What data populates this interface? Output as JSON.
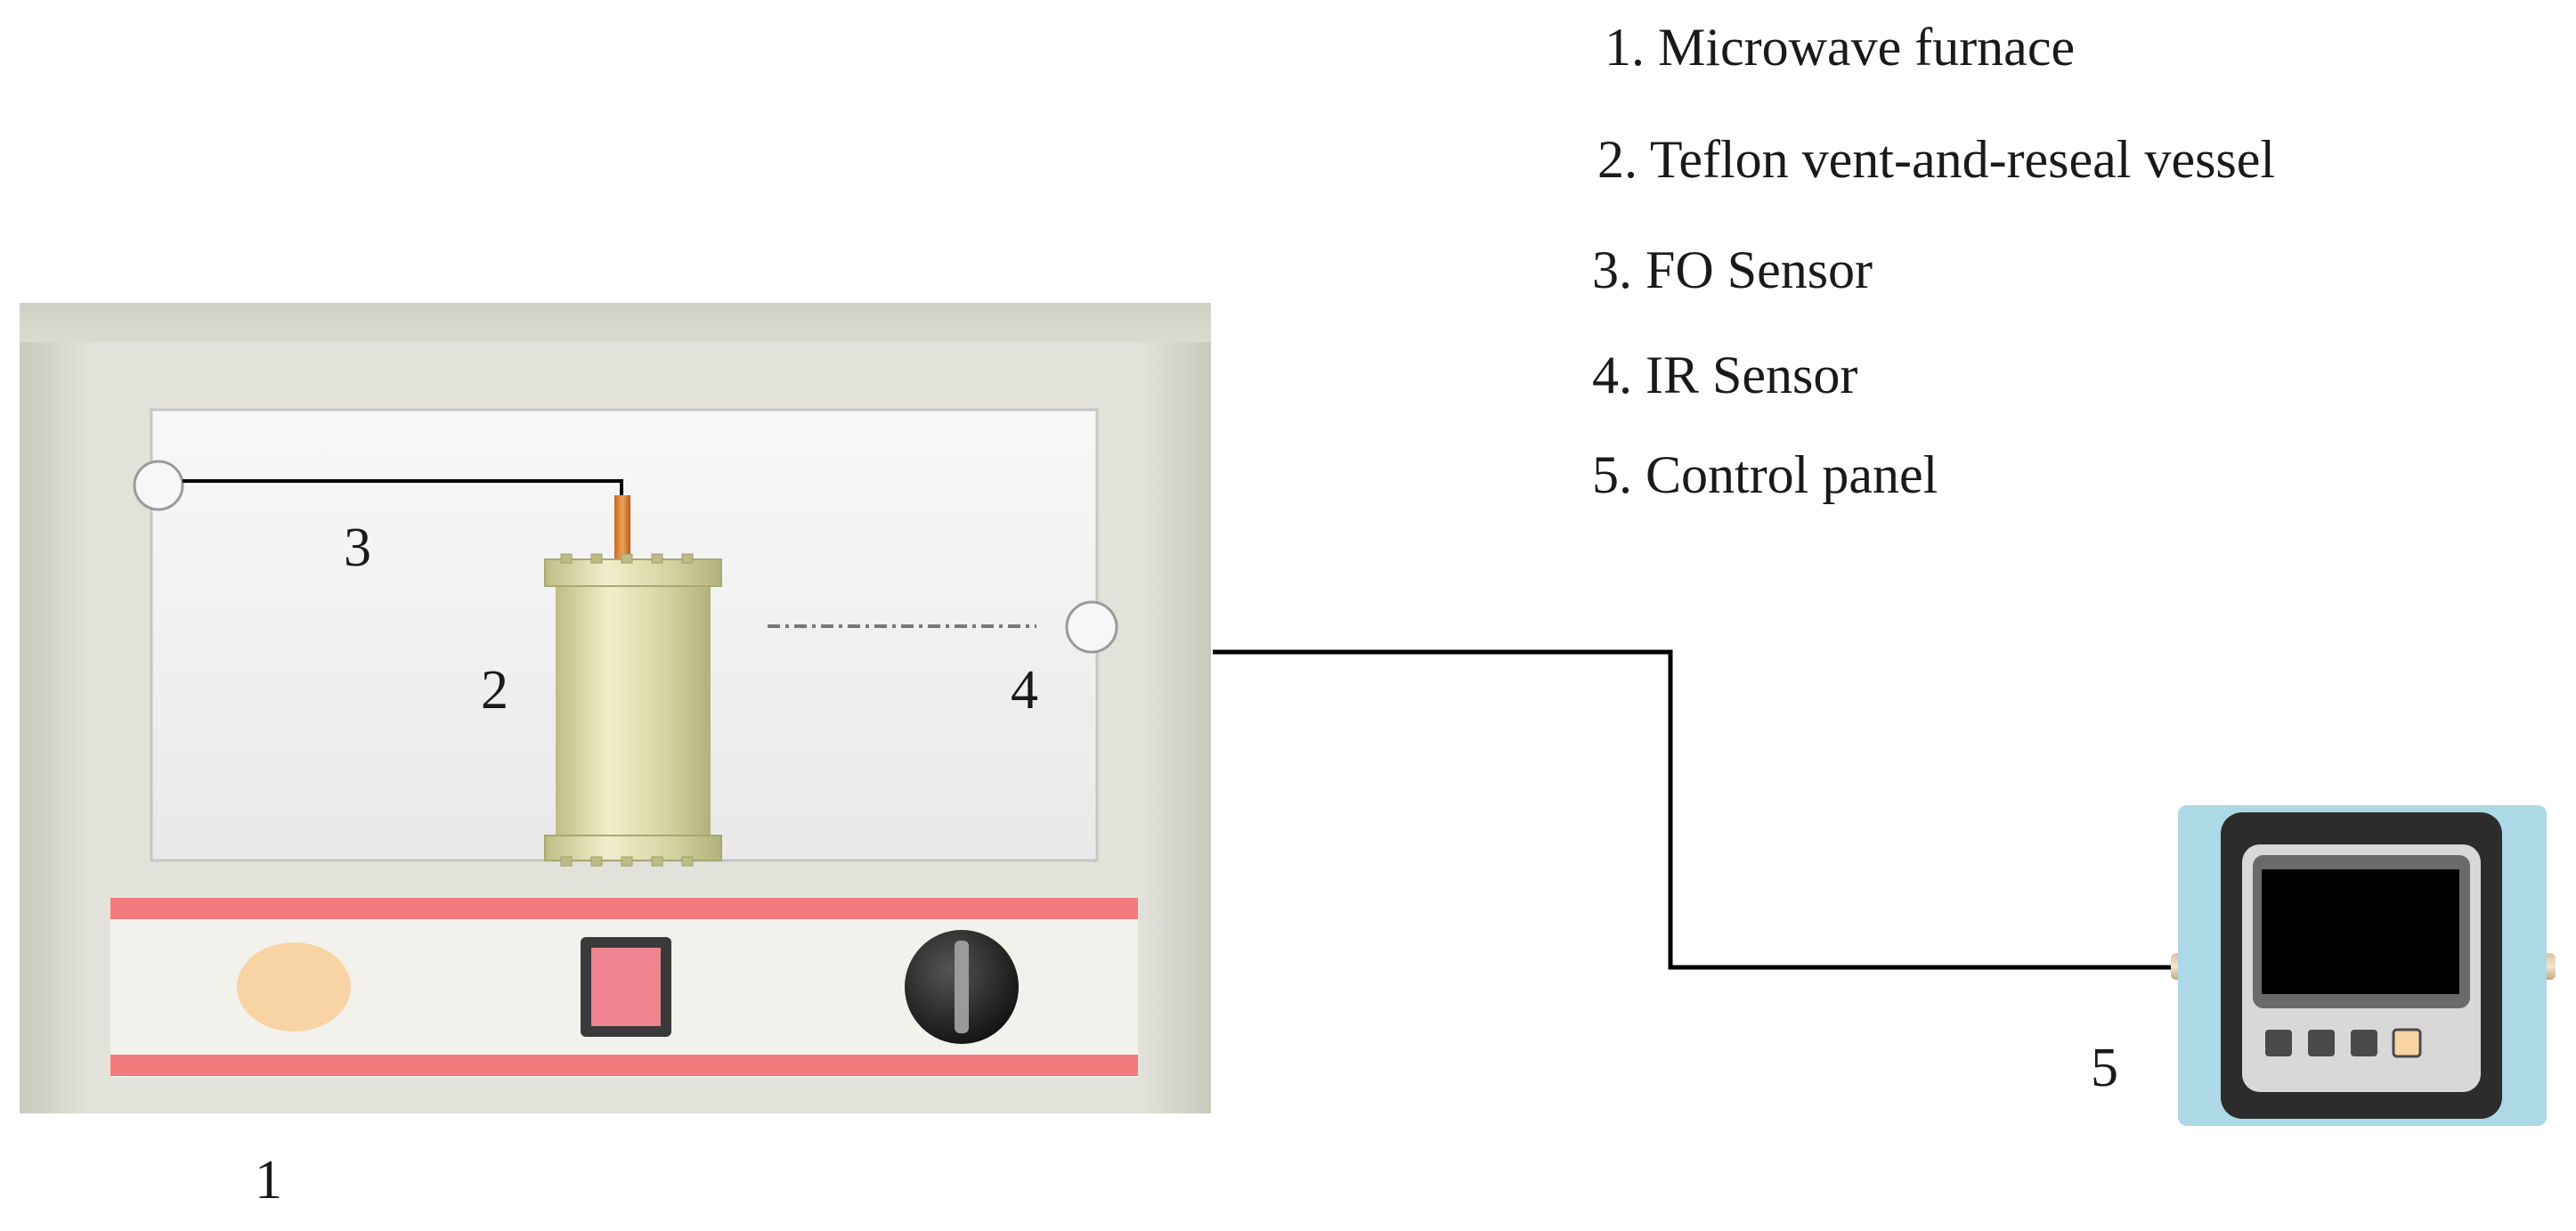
{
  "legend": {
    "items": [
      "1. Microwave furnace",
      "2. Teflon vent-and-reseal vessel",
      "3. FO Sensor",
      "4. IR Sensor",
      "5. Control panel"
    ]
  },
  "callouts": {
    "furnace": "1",
    "vessel": "2",
    "fo_sensor": "3",
    "ir_sensor": "4",
    "control_panel": "5"
  },
  "colors": {
    "furnace_body": "#dcdcd2",
    "furnace_window": "#f1f1f1",
    "vessel": "#d8d6a8",
    "panel_stripe": "#f47b7b",
    "panel_bg": "#f3f1ec",
    "indicator": "#f8d3a3",
    "switch": "#ee8590",
    "knob": "#2a2a2a",
    "control_panel_frame": "#add8e6",
    "display": "#000000",
    "wire": "#000000"
  }
}
